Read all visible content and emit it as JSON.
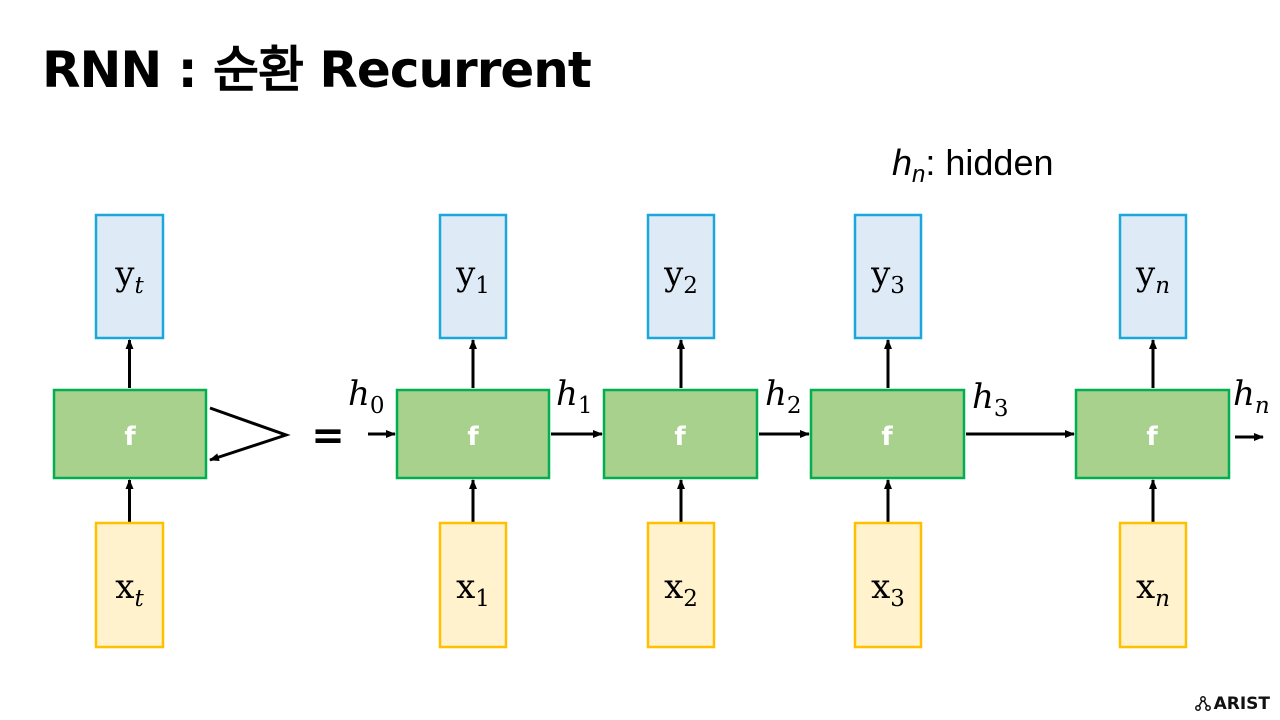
{
  "title": "RNN : 순환 Recurrent",
  "legend": {
    "symbol": "h",
    "subscript": "n",
    "text": ": hidden"
  },
  "colors": {
    "output_fill": "#deebf7",
    "output_stroke": "#1aa7dc",
    "cell_fill": "#a9d18e",
    "cell_stroke": "#00b050",
    "input_fill": "#fff2cc",
    "input_stroke": "#ffc000",
    "arrow": "#000000"
  },
  "folded": {
    "cell_label": "f",
    "output": {
      "base": "y",
      "sub": "t"
    },
    "input": {
      "base": "x",
      "sub": "t"
    }
  },
  "equals": "=",
  "initial_state": {
    "base": "h",
    "sub": "0"
  },
  "steps": [
    {
      "cell_label": "f",
      "output": {
        "base": "y",
        "sub": "1"
      },
      "input": {
        "base": "x",
        "sub": "1"
      },
      "state": {
        "base": "h",
        "sub": "1"
      }
    },
    {
      "cell_label": "f",
      "output": {
        "base": "y",
        "sub": "2"
      },
      "input": {
        "base": "x",
        "sub": "2"
      },
      "state": {
        "base": "h",
        "sub": "2"
      }
    },
    {
      "cell_label": "f",
      "output": {
        "base": "y",
        "sub": "3"
      },
      "input": {
        "base": "x",
        "sub": "3"
      },
      "state": {
        "base": "h",
        "sub": "3"
      }
    },
    {
      "cell_label": "f",
      "output": {
        "base": "y",
        "sub": "n"
      },
      "input": {
        "base": "x",
        "sub": "n"
      },
      "state": {
        "base": "h",
        "sub": "n"
      }
    }
  ],
  "logo": "ARIST"
}
